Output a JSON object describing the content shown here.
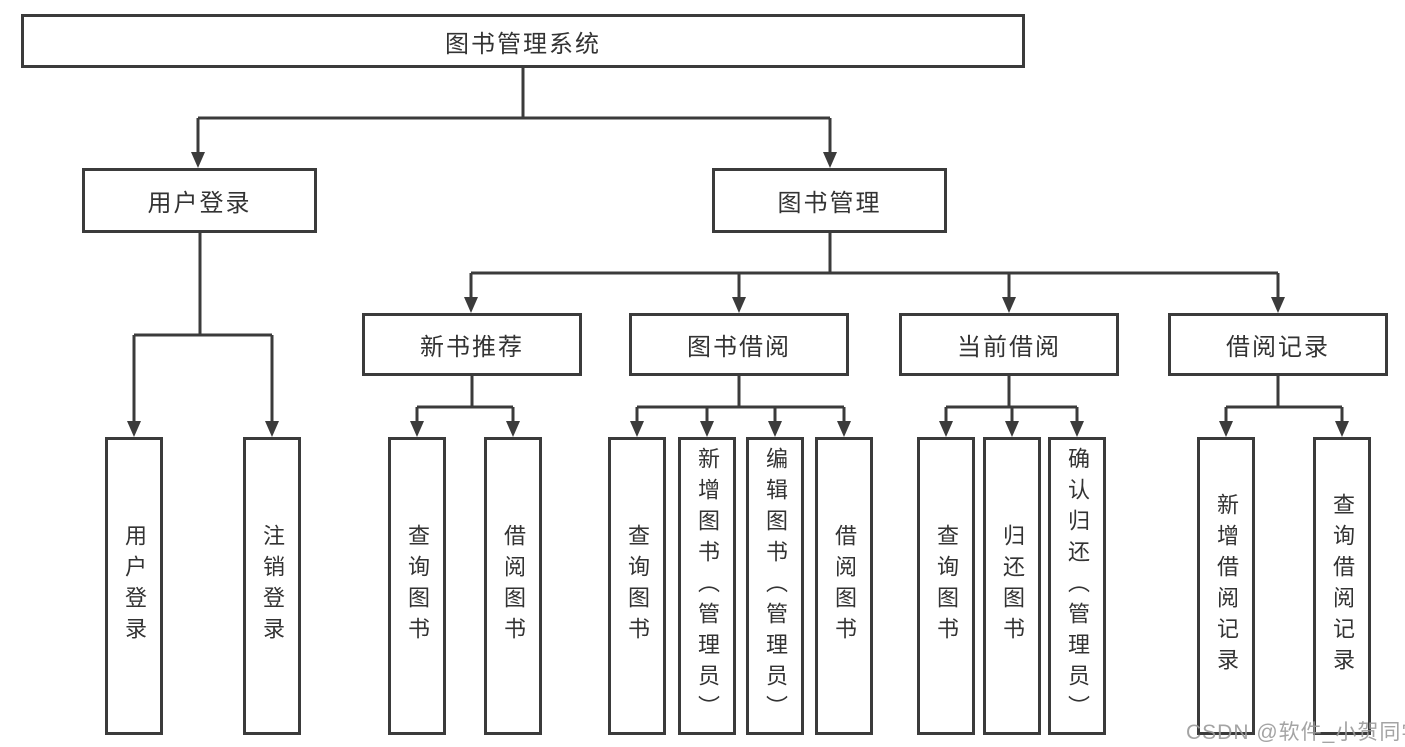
{
  "diagram": {
    "type": "hierarchy-tree",
    "title": "图书管理系统",
    "colors": {
      "line": "#3b3b3b",
      "box_border": "#3b3b3b",
      "text": "#333333",
      "background": "#ffffff",
      "watermark": "#9a9a9a"
    },
    "watermark": "CSDN @软件_小贺同学",
    "root": {
      "label": "图书管理系统",
      "children": [
        {
          "label": "用户登录",
          "children": [
            {
              "label": "用户登录"
            },
            {
              "label": "注销登录"
            }
          ]
        },
        {
          "label": "图书管理",
          "children": [
            {
              "label": "新书推荐",
              "children": [
                {
                  "label": "查询图书"
                },
                {
                  "label": "借阅图书"
                }
              ]
            },
            {
              "label": "图书借阅",
              "children": [
                {
                  "label": "查询图书"
                },
                {
                  "label": "新增图书（管理员）"
                },
                {
                  "label": "编辑图书（管理员）"
                },
                {
                  "label": "借阅图书"
                }
              ]
            },
            {
              "label": "当前借阅",
              "children": [
                {
                  "label": "查询图书"
                },
                {
                  "label": "归还图书"
                },
                {
                  "label": "确认归还（管理员）"
                }
              ]
            },
            {
              "label": "借阅记录",
              "children": [
                {
                  "label": "新增借阅记录"
                },
                {
                  "label": "查询借阅记录"
                }
              ]
            }
          ]
        }
      ]
    }
  }
}
